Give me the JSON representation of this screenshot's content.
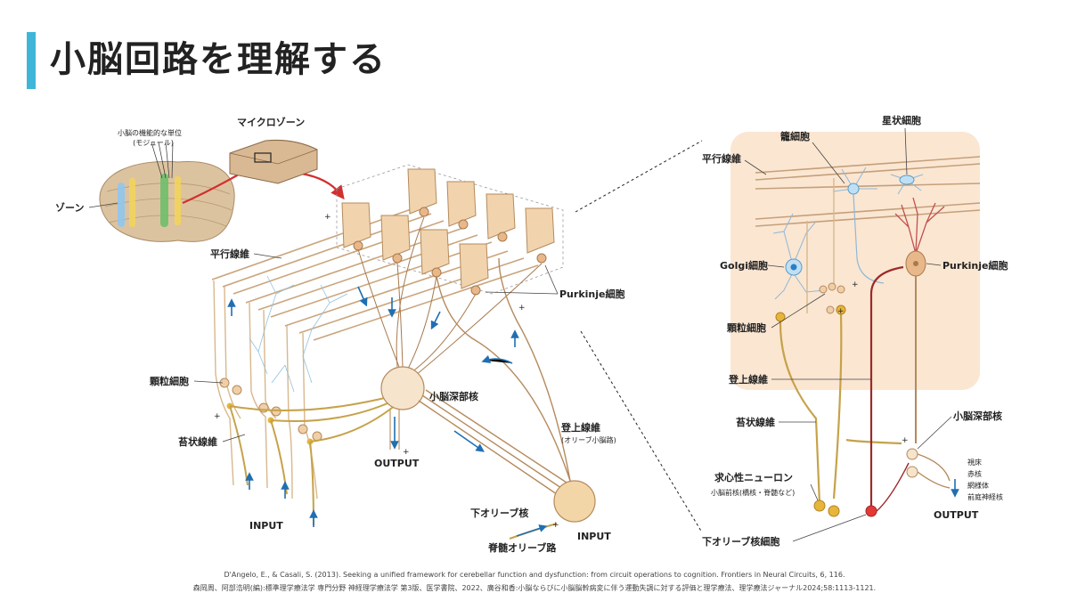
{
  "slide": {
    "title": "小脳回路を理解する",
    "accent_color": "#3fb6d8"
  },
  "left_diagram": {
    "labels": {
      "module": "小脳の機能的な単位",
      "module_sub": "(モジュール)",
      "zone": "ゾーン",
      "microzone": "マイクロゾーン",
      "parallel_fiber": "平行線維",
      "purkinje": "Purkinje細胞",
      "granule": "顆粒細胞",
      "mossy": "苔状線維",
      "output": "OUTPUT",
      "input1": "INPUT",
      "input2": "INPUT",
      "dcn": "小脳深部核",
      "climbing": "登上線維",
      "climbing_sub": "(オリーブ小脳路)",
      "inferior_olive": "下オリーブ核",
      "spino_olivary": "脊髄オリーブ路"
    }
  },
  "right_diagram": {
    "labels": {
      "basket": "籠細胞",
      "stellate": "星状細胞",
      "parallel_fiber": "平行線維",
      "golgi": "Golgi細胞",
      "purkinje": "Purkinje細胞",
      "granule": "顆粒細胞",
      "climbing": "登上線維",
      "mossy": "苔状線維",
      "dcn": "小脳深部核",
      "afferent": "求心性ニューロン",
      "afferent_sub": "小脳前核(橋核・脊髄など)",
      "targets": [
        "視床",
        "赤核",
        "網様体",
        "前庭神経核"
      ],
      "output": "OUTPUT",
      "inferior_olive_cell": "下オリーブ核細胞"
    },
    "panel_color": "#fbe6d2"
  },
  "references": {
    "line1": "D'Angelo, E., & Casali, S. (2013). Seeking a unified framework for cerebellar function and dysfunction: from circuit operations to cognition. Frontiers in Neural Circuits, 6, 116.",
    "line2": "森岡周、阿部浩明(編):標準理学療法学 専門分野 神経理学療法学 第3版、医学書院、2022、廣谷和香:小脳ならびに小脳脳幹病変に伴う運動失調に対する評価と理学療法、理学療法ジャーナル2024;58:1113-1121."
  }
}
